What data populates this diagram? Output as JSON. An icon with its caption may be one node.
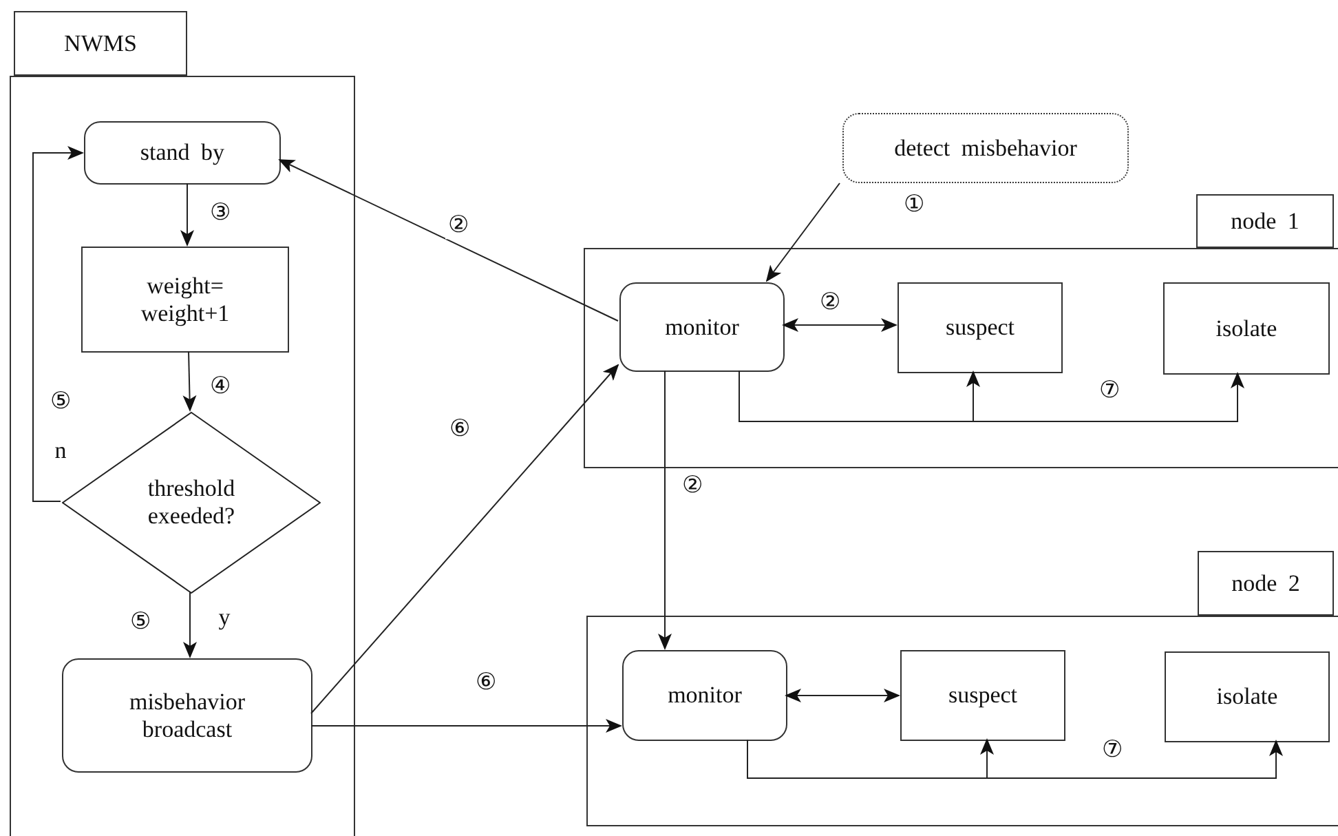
{
  "diagram": {
    "nodes": [
      {
        "text": [
          "NWMS"
        ]
      },
      {
        "text": [],
        "shape": "box"
      },
      {
        "text": [
          "stand by"
        ],
        "in": 1
      },
      {
        "text": [
          "weight= weight+1"
        ],
        "in": 1
      },
      {
        "text": [
          "threshold exeeded?"
        ],
        "in": 1
      },
      {
        "text": [
          "misbehavior broadcast"
        ],
        "in": 1
      },
      {
        "text": [
          "detect misbehavior"
        ]
      },
      {
        "text": [
          "node 1"
        ]
      },
      {
        "text": [],
        "shape": "box"
      },
      {
        "text": [
          "monitor"
        ],
        "in": 8
      },
      {
        "text": [
          "suspect"
        ],
        "in": 8
      },
      {
        "text": [
          "isolate"
        ],
        "in": 8
      },
      {
        "text": [
          "node 2"
        ]
      },
      {
        "text": [],
        "shape": "box"
      },
      {
        "text": [
          "monitor"
        ],
        "in": 13
      },
      {
        "text": [
          "suspect"
        ],
        "in": 13
      },
      {
        "text": [
          "isolate"
        ],
        "in": 13
      }
    ],
    "edges": [
      {
        "from": 2,
        "to": 3,
        "arrow": "to",
        "label": "③"
      },
      {
        "from": 3,
        "to": 4,
        "arrow": "to",
        "label": "④"
      },
      {
        "from": 4,
        "to": 2,
        "arrow": "to",
        "label": "n"
      },
      {
        "from": 4,
        "to": 5,
        "arrow": "to",
        "label": "y"
      },
      {
        "from": 6,
        "to": 9,
        "arrow": "to",
        "label": "①"
      },
      {
        "from": 9,
        "to": 2,
        "arrow": "to",
        "label": "②"
      },
      {
        "from": 9,
        "to": 10,
        "arrow": "both",
        "label": "②"
      },
      {
        "from": 9,
        "to": 14,
        "arrow": "to",
        "label": "②"
      },
      {
        "from": 5,
        "to": 9,
        "arrow": "to",
        "label": "⑥"
      },
      {
        "from": 5,
        "to": 14,
        "arrow": "to",
        "label": "⑥"
      },
      {
        "from": 9,
        "to": 10,
        "arrow": "to"
      },
      {
        "from": 9,
        "to": 11,
        "arrow": "to",
        "label": "⑦"
      },
      {
        "from": 14,
        "to": 15,
        "arrow": "both"
      },
      {
        "from": 14,
        "to": 15,
        "arrow": "to"
      },
      {
        "from": 14,
        "to": 16,
        "arrow": "to",
        "label": "⑦"
      }
    ],
    "labels": [
      "⑤",
      "⑤"
    ]
  }
}
